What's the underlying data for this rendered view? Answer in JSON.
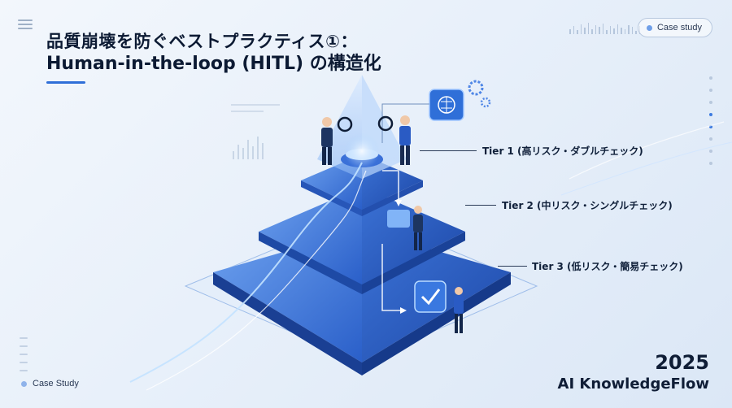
{
  "header": {
    "title_line1": "品質崩壊を防ぐベストプラクティス①：",
    "title_line2": "Human-in-the-loop (HITL) の構造化",
    "badge": "Case study"
  },
  "tiers": [
    {
      "label": "Tier 1 (高リスク・ダブルチェック)"
    },
    {
      "label": "Tier 2 (中リスク・シングルチェック)"
    },
    {
      "label": "Tier 3 (低リスク・簡易チェック)"
    }
  ],
  "footer": {
    "badge": "Case Study",
    "year": "2025",
    "brand": "AI KnowledgeFlow"
  },
  "colors": {
    "accent": "#2f6fd8",
    "pyramid_dark": "#1f4fb5",
    "pyramid_light": "#5c93e8",
    "glow": "#a9d4ff"
  }
}
